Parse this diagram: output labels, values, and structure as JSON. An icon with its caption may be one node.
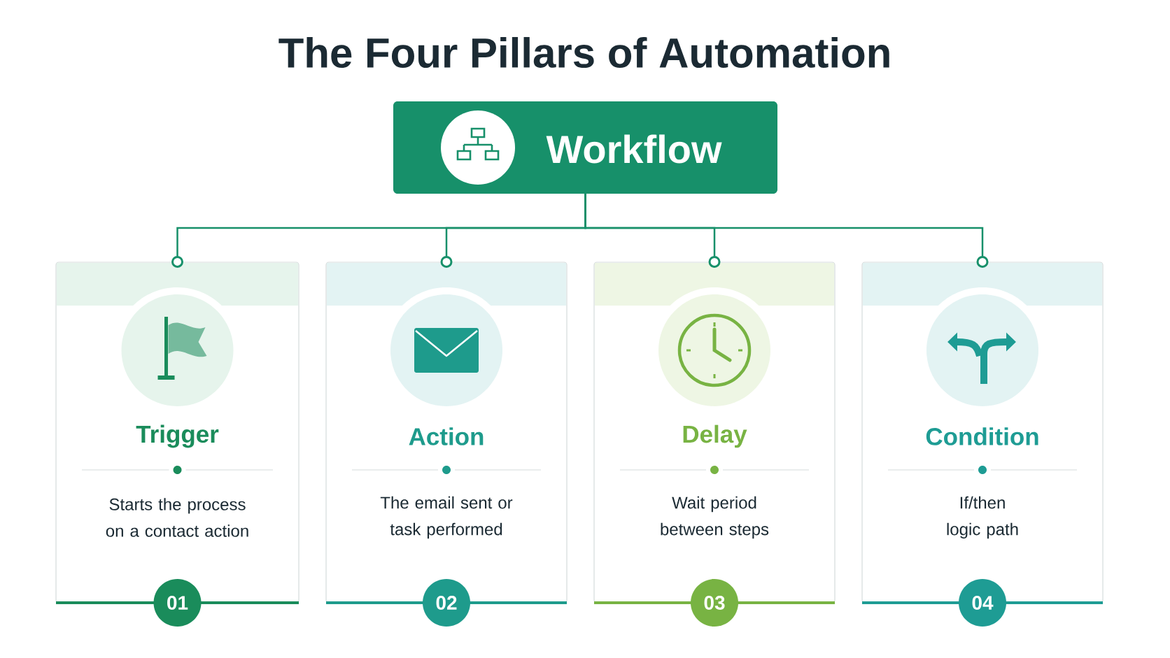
{
  "diagram": {
    "title": "The Four Pillars of Automation",
    "nodes": [
      {
        "text": [
          "Workflow"
        ]
      },
      {
        "text": [
          "Trigger",
          "Starts the process on a contact action",
          "01"
        ]
      },
      {
        "text": [
          "Action",
          "The email sent or task performed",
          "02"
        ]
      },
      {
        "text": [
          "Delay",
          "Wait period between steps",
          "03"
        ]
      },
      {
        "text": [
          "Condition",
          "If/then logic path",
          "04"
        ]
      }
    ],
    "edges": [
      {
        "from": 0,
        "to": 1,
        "arrow": "other"
      },
      {
        "from": 0,
        "to": 2,
        "arrow": "other"
      },
      {
        "from": 0,
        "to": 3,
        "arrow": "other"
      },
      {
        "from": 0,
        "to": 4,
        "arrow": "other"
      }
    ]
  }
}
